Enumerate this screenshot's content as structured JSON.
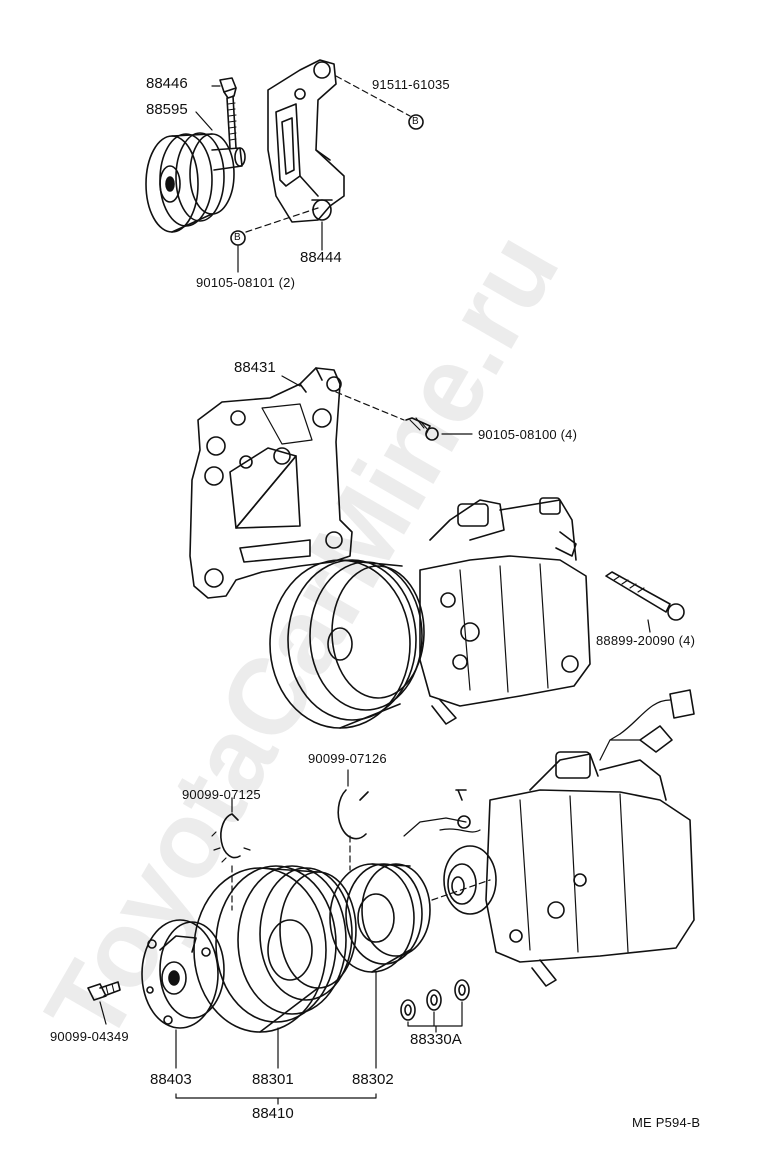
{
  "watermark": "ToyotaCarMine.ru",
  "doc_code": "ME P594-B",
  "callout_letter": "B",
  "labels": {
    "p88446": "88446",
    "p88595": "88595",
    "p91511": "91511-61035",
    "p88444": "88444",
    "p90105_08101": "90105-08101 (2)",
    "p88431": "88431",
    "p90105_08100": "90105-08100 (4)",
    "p88899": "88899-20090 (4)",
    "p90099_07126": "90099-07126",
    "p90099_07125": "90099-07125",
    "p90099_04349": "90099-04349",
    "p88330A": "88330A",
    "p88403": "88403",
    "p88301": "88301",
    "p88302": "88302",
    "p88410": "88410"
  }
}
